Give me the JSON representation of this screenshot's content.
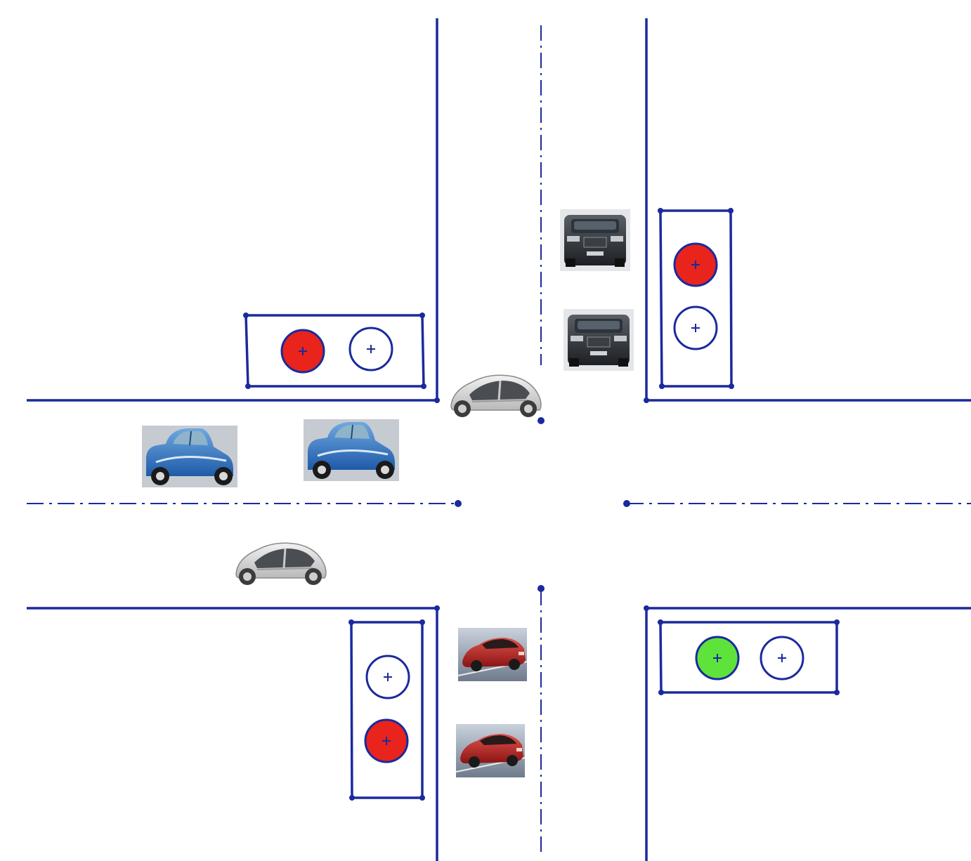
{
  "colors": {
    "road_line": "#1a2a9e",
    "light_red": "#e8241c",
    "light_green": "#5ee33a",
    "light_off": "#ffffff"
  },
  "traffic_lights": {
    "north": {
      "orientation": "vertical",
      "lit": "red"
    },
    "west": {
      "orientation": "horizontal",
      "lit": "red"
    },
    "south": {
      "orientation": "vertical",
      "lit": "red"
    },
    "east": {
      "orientation": "horizontal",
      "lit": "green"
    }
  },
  "vehicles": [
    {
      "name": "suv-north-1",
      "kind": "dark-suv-front"
    },
    {
      "name": "suv-north-2",
      "kind": "dark-suv-front"
    },
    {
      "name": "blue-car-west-1",
      "kind": "blue-compact-side"
    },
    {
      "name": "blue-car-west-2",
      "kind": "blue-compact-side"
    },
    {
      "name": "silver-car-center",
      "kind": "silver-pod-side"
    },
    {
      "name": "silver-car-west",
      "kind": "silver-pod-side"
    },
    {
      "name": "red-car-south-1",
      "kind": "red-sedan-rear"
    },
    {
      "name": "red-car-south-2",
      "kind": "red-sedan-rear"
    }
  ]
}
